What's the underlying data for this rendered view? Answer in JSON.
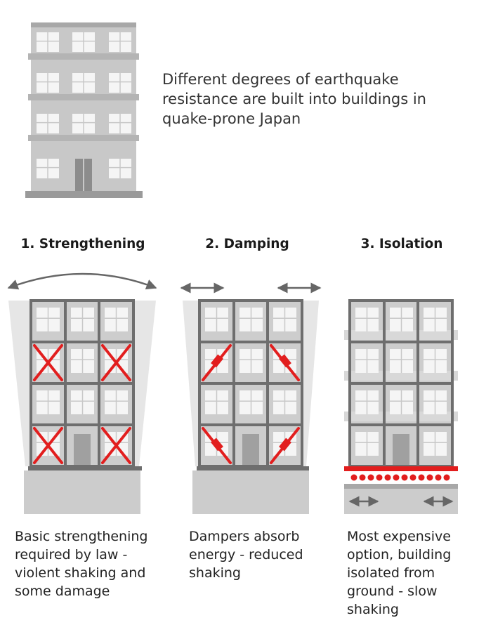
{
  "intro": {
    "text": "Different degrees of earthquake resistance are built into buildings in quake-prone Japan"
  },
  "colors": {
    "building_light": "#c8c8c8",
    "building_mid": "#a4a4a4",
    "frame_dark": "#6e6e6e",
    "window": "#f5f5f5",
    "ground": "#cccccc",
    "brace_red": "#e21e1e",
    "arrow_gray": "#666666"
  },
  "columns": [
    {
      "title": "1. Strengthening",
      "caption": "Basic strengthening required by law - violent shaking and some damage",
      "icons": [
        "sway-arc-arrow-icon",
        "cross-brace-icon"
      ]
    },
    {
      "title": "2. Damping",
      "caption": "Dampers absorb energy - reduced shaking",
      "icons": [
        "double-arrow-icon",
        "damper-icon"
      ]
    },
    {
      "title": "3. Isolation",
      "caption": "Most expensive option, building isolated from ground - slow shaking",
      "icons": [
        "bearing-icon",
        "double-arrow-icon"
      ]
    }
  ]
}
